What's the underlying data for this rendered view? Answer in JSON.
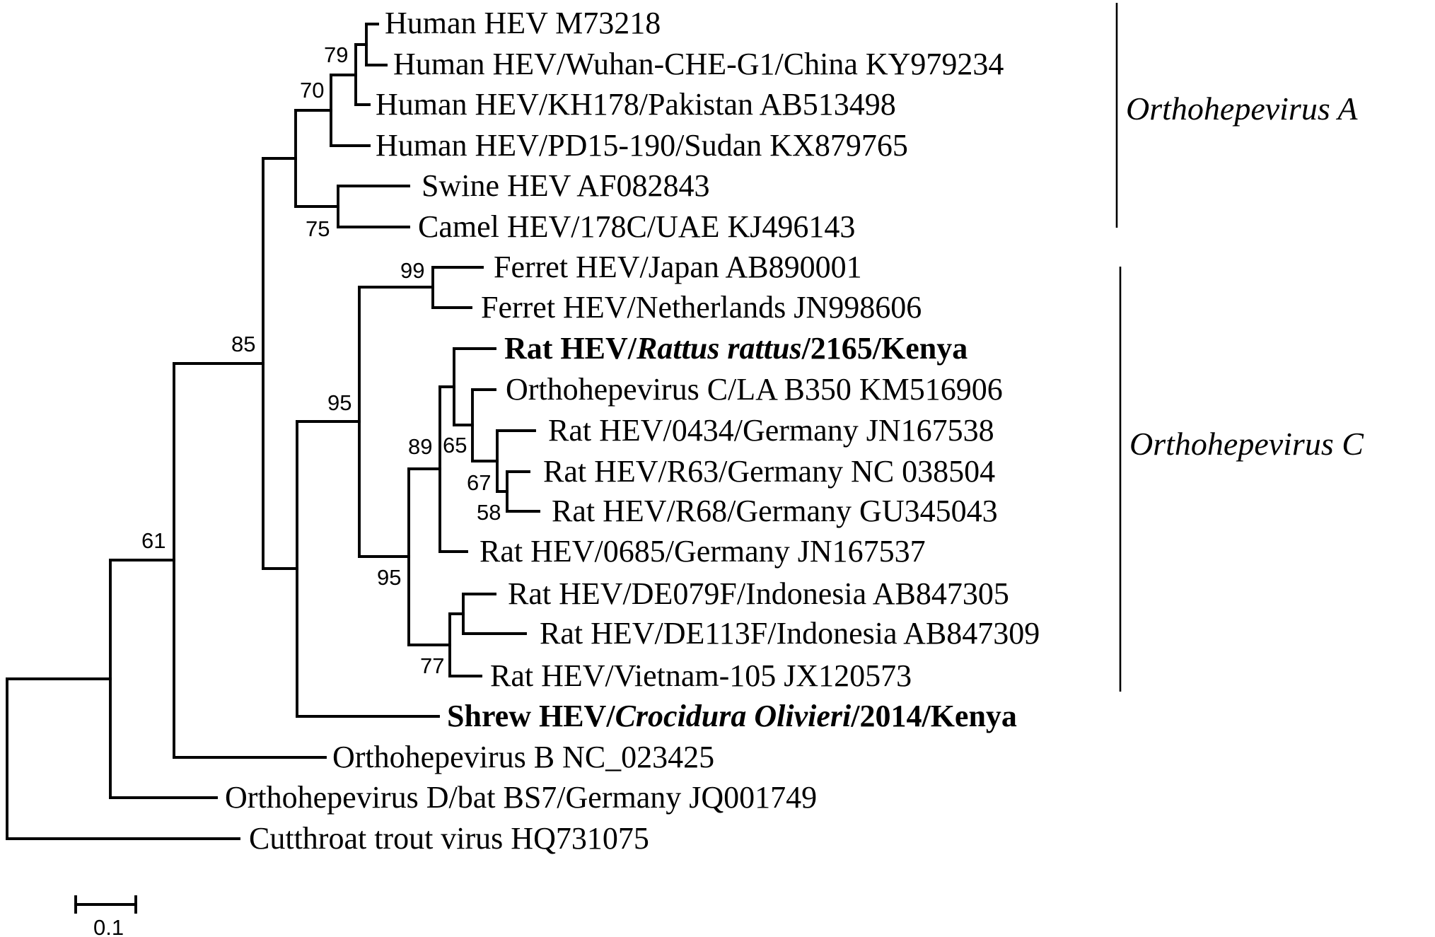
{
  "taxa": [
    {
      "text": "Human HEV M73218"
    },
    {
      "text": "Human HEV/Wuhan-CHE-G1/China KY979234"
    },
    {
      "text": "Human HEV/KH178/Pakistan AB513498"
    },
    {
      "text": "Human HEV/PD15-190/Sudan KX879765"
    },
    {
      "text": "Swine HEV AF082843"
    },
    {
      "text": "Camel HEV/178C/UAE KJ496143"
    },
    {
      "text": "Ferret HEV/Japan AB890001"
    },
    {
      "text": "Ferret HEV/Netherlands JN998606"
    },
    {
      "parts": [
        "Rat HEV/",
        "Rattus rattus",
        "/2165/Kenya"
      ]
    },
    {
      "text": "Orthohepevirus C/LA B350 KM516906"
    },
    {
      "text": "Rat HEV/0434/Germany JN167538"
    },
    {
      "text": "Rat HEV/R63/Germany NC 038504"
    },
    {
      "text": "Rat HEV/R68/Germany GU345043"
    },
    {
      "text": "Rat HEV/0685/Germany JN167537"
    },
    {
      "text": "Rat HEV/DE079F/Indonesia AB847305"
    },
    {
      "text": "Rat HEV/DE113F/Indonesia AB847309"
    },
    {
      "text": "Rat HEV/Vietnam-105 JX120573"
    },
    {
      "parts": [
        "Shrew HEV/",
        "Crocidura Olivieri",
        "/2014/Kenya"
      ]
    },
    {
      "text": "Orthohepevirus B NC_023425"
    },
    {
      "text": "Orthohepevirus D/bat BS7/Germany JQ001749"
    },
    {
      "text": "Cutthroat trout virus HQ731075"
    }
  ],
  "bootstrap": [
    "79",
    "70",
    "75",
    "99",
    "85",
    "95",
    "89",
    "65",
    "67",
    "58",
    "95",
    "77",
    "61"
  ],
  "clades": [
    {
      "label": "Orthohepevirus A"
    },
    {
      "label": "Orthohepevirus C"
    }
  ],
  "scale_bar": {
    "label": "0.1"
  }
}
